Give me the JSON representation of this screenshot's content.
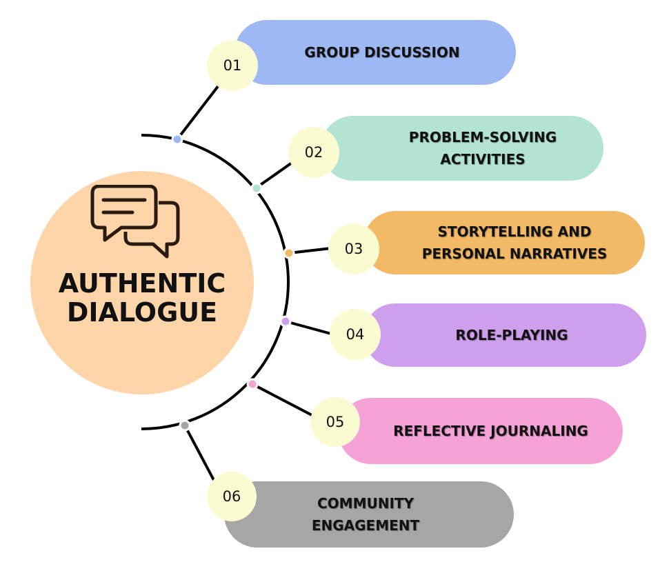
{
  "hub": {
    "title_line1": "AUTHENTIC",
    "title_line2": "DIALOGUE",
    "icon": "chat-bubbles-icon",
    "color": "#FDD5A8"
  },
  "badge_color": "#FBFBD2",
  "line_color": "#000000",
  "items": [
    {
      "number": "01",
      "label": "GROUP DISCUSSION",
      "color": "#9DB8F2",
      "dot_color": "#9DB8F2"
    },
    {
      "number": "02",
      "label": "PROBLEM-SOLVING ACTIVITIES",
      "color": "#B3E4D3",
      "dot_color": "#B3E4D3"
    },
    {
      "number": "03",
      "label": "STORYTELLING AND PERSONAL NARRATIVES",
      "color": "#F2BA67",
      "dot_color": "#F2BA67"
    },
    {
      "number": "04",
      "label": "ROLE-PLAYING",
      "color": "#CD9FEC",
      "dot_color": "#CD9FEC"
    },
    {
      "number": "05",
      "label": "REFLECTIVE JOURNALING",
      "color": "#F5A3D6",
      "dot_color": "#F5A3D6"
    },
    {
      "number": "06",
      "label": "COMMUNITY ENGAGEMENT",
      "color": "#A6A6A6",
      "dot_color": "#A6A6A6"
    }
  ]
}
